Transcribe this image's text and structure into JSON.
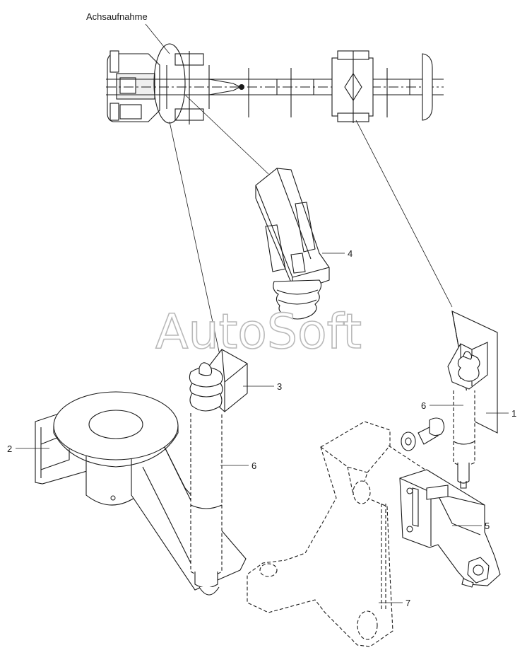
{
  "diagram": {
    "title": "Achsaufnahme",
    "watermark": "AutoSoft",
    "callouts": {
      "c1": "1",
      "c2": "2",
      "c3": "3",
      "c4": "4",
      "c5": "5",
      "c6a": "6",
      "c6b": "6",
      "c7": "7"
    }
  }
}
